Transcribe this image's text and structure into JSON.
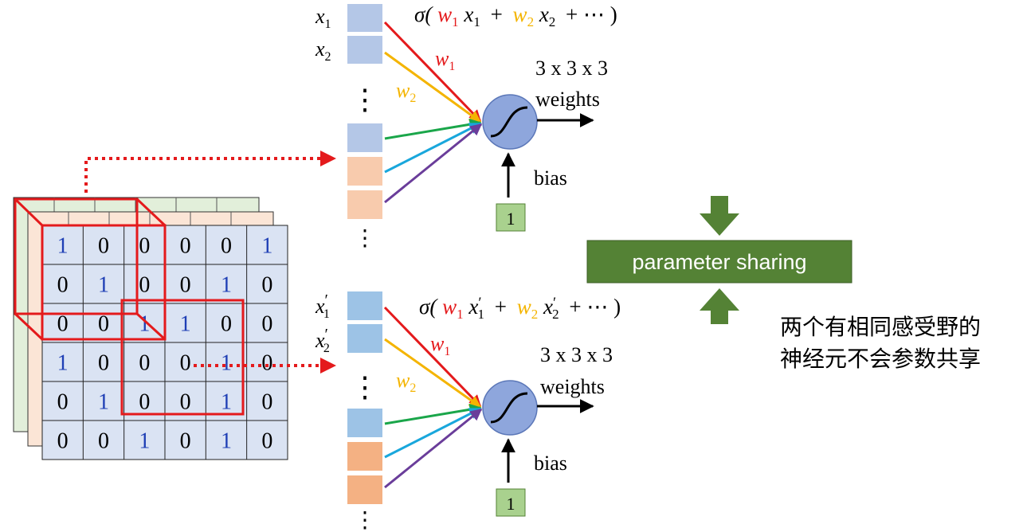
{
  "colors": {
    "red": "#e41a1c",
    "yellow": "#f4b400",
    "green": "#1aa64a",
    "cyan": "#19a7dc",
    "purple": "#6a3d9a",
    "blue_digit": "#1f3fb5",
    "neuron_fill": "#8ea6dc",
    "share_box": "#548235",
    "bias_box": "#a9d18e"
  },
  "matrix": {
    "rows": [
      [
        "1",
        "0",
        "0",
        "0",
        "0",
        "1"
      ],
      [
        "0",
        "1",
        "0",
        "0",
        "1",
        "0"
      ],
      [
        "0",
        "0",
        "1",
        "1",
        "0",
        "0"
      ],
      [
        "1",
        "0",
        "0",
        "0",
        "1",
        "0"
      ],
      [
        "0",
        "1",
        "0",
        "0",
        "1",
        "0"
      ],
      [
        "0",
        "0",
        "1",
        "0",
        "1",
        "0"
      ]
    ],
    "blue_cells": [
      [
        0,
        0
      ],
      [
        0,
        5
      ],
      [
        1,
        1
      ],
      [
        1,
        4
      ],
      [
        2,
        2
      ],
      [
        2,
        3
      ],
      [
        3,
        0
      ],
      [
        3,
        4
      ],
      [
        4,
        1
      ],
      [
        4,
        4
      ],
      [
        5,
        2
      ],
      [
        5,
        4
      ]
    ]
  },
  "top": {
    "inputs": {
      "x1_base": "x",
      "x1_sub": "1",
      "x2_base": "x",
      "x2_sub": "2"
    },
    "formula": {
      "sigma": "σ(",
      "w1_base": "w",
      "w1_sub": "1",
      "x1_base": "x",
      "x1_sub": "1",
      "plus1": "+",
      "w2_base": "w",
      "w2_sub": "2",
      "x2_base": "x",
      "x2_sub": "2",
      "plus2": "+ ⋯ )"
    },
    "w1_base": "w",
    "w1_sub": "1",
    "w2_base": "w",
    "w2_sub": "2",
    "weights_line1": "3 x 3 x 3",
    "weights_line2": "weights",
    "bias": "bias",
    "one": "1"
  },
  "bottom": {
    "inputs": {
      "x1_base": "x",
      "x1_prime": "′",
      "x1_sub": "1",
      "x2_base": "x",
      "x2_prime": "′",
      "x2_sub": "2"
    },
    "formula": {
      "sigma": "σ(",
      "w1_base": "w",
      "w1_sub": "1",
      "x1_base": "x",
      "x1_prime": "′",
      "x1_sub": "1",
      "plus1": "+",
      "w2_base": "w",
      "w2_sub": "2",
      "x2_base": "x",
      "x2_prime": "′",
      "x2_sub": "2",
      "plus2": "+ ⋯ )"
    },
    "w1_base": "w",
    "w1_sub": "1",
    "w2_base": "w",
    "w2_sub": "2",
    "weights_line1": "3 x 3 x 3",
    "weights_line2": "weights",
    "bias": "bias",
    "one": "1"
  },
  "dots": "⋮",
  "parameter_sharing": "parameter sharing",
  "note_line1": "两个有相同感受野的",
  "note_line2": "神经元不会参数共享"
}
